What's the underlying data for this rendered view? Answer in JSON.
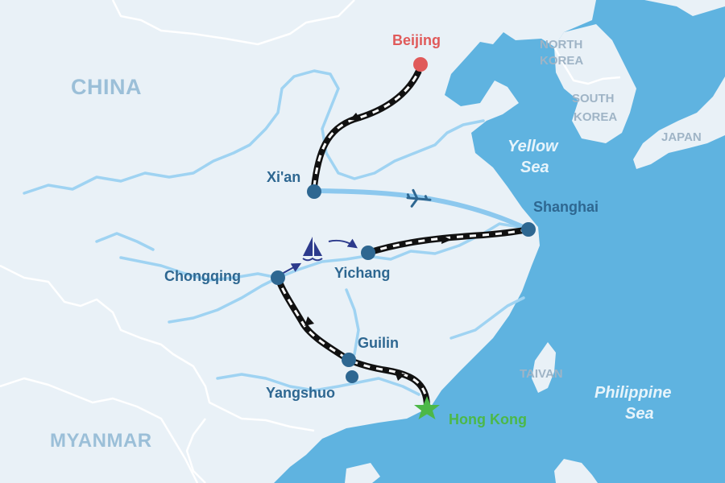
{
  "countries": {
    "china": "CHINA",
    "myanmar": "MYANMAR",
    "north_korea_1": "NORTH",
    "north_korea_2": "KOREA",
    "south_korea_1": "SOUTH",
    "south_korea_2": "KOREA",
    "japan": "JAPAN",
    "taiwan": "TAIVAN"
  },
  "seas": {
    "yellow_sea_1": "Yellow",
    "yellow_sea_2": "Sea",
    "philippine_sea_1": "Philippine",
    "philippine_sea_2": "Sea"
  },
  "cities": {
    "beijing": "Beijing",
    "xian": "Xi'an",
    "shanghai": "Shanghai",
    "chongqing": "Chongqing",
    "yichang": "Yichang",
    "guilin": "Guilin",
    "yangshuo": "Yangshuo",
    "hong_kong": "Hong Kong"
  },
  "colors": {
    "sea": "#5fb3e0",
    "land": "#e9f1f7",
    "border": "#ffffff",
    "river": "#9fd3f2",
    "city_marker": "#2e6791",
    "city_label": "#2e6791",
    "destination": "#e05a5a",
    "origin": "#4cb848",
    "flight_route": "#8cc8ee",
    "cruise_arrow": "#2c3a8c"
  },
  "legend_icons": {
    "train": "train-route-icon",
    "flight": "airplane-icon",
    "cruise": "sailboat-icon",
    "start": "star-icon"
  }
}
